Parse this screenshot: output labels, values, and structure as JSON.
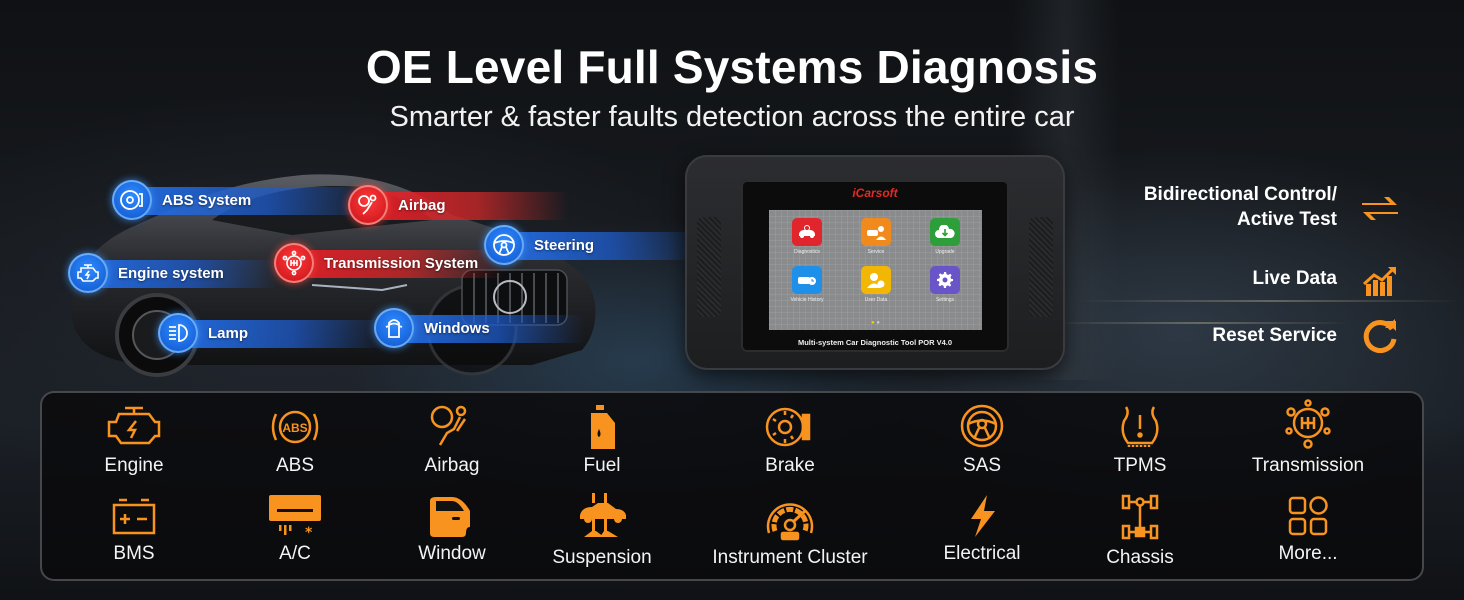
{
  "header": {
    "title": "OE Level Full Systems Diagnosis",
    "subtitle": "Smarter & faster faults detection across the entire car"
  },
  "colors": {
    "accent_orange": "#F7931E",
    "tag_blue": "#1E6FE6",
    "tag_red": "#E0202A",
    "brand_red": "#E32A22",
    "panel_border": "#5A5C60"
  },
  "car_tags": [
    {
      "label": "ABS System",
      "icon": "brake-disc-icon",
      "color": "blue"
    },
    {
      "label": "Airbag",
      "icon": "airbag-icon",
      "color": "red"
    },
    {
      "label": "Steering",
      "icon": "steering-wheel-icon",
      "color": "blue"
    },
    {
      "label": "Engine system",
      "icon": "engine-icon",
      "color": "blue"
    },
    {
      "label": "Transmission System",
      "icon": "gearbox-icon",
      "color": "red"
    },
    {
      "label": "Lamp",
      "icon": "headlamp-icon",
      "color": "blue"
    },
    {
      "label": "Windows",
      "icon": "car-top-view-icon",
      "color": "blue"
    }
  ],
  "device": {
    "brand": "iCarsoft",
    "apps": [
      {
        "label": "Diagnostics",
        "icon": "car-diagnostics-icon",
        "color": "#E0262C"
      },
      {
        "label": "Service",
        "icon": "service-icon",
        "color": "#F08A1C"
      },
      {
        "label": "Upgrade",
        "icon": "cloud-download-icon",
        "color": "#2E9E3A"
      },
      {
        "label": "Vehicle History",
        "icon": "car-history-icon",
        "color": "#1E90E8"
      },
      {
        "label": "User Data",
        "icon": "user-data-icon",
        "color": "#F2B705"
      },
      {
        "label": "Settings",
        "icon": "gear-icon",
        "color": "#6A55C8"
      }
    ],
    "page_dots": "● ●",
    "caption": "Multi-system Car Diagnostic Tool POR V4.0"
  },
  "features": [
    {
      "line1": "Bidirectional Control/",
      "line2": "Active Test",
      "icon": "bidirectional-arrows-icon"
    },
    {
      "line1": "Live Data",
      "icon": "bar-chart-trend-icon"
    },
    {
      "line1": "Reset Service",
      "icon": "reset-refresh-icon"
    }
  ],
  "systems": {
    "row1": [
      {
        "label": "Engine",
        "icon": "engine-icon"
      },
      {
        "label": "ABS",
        "icon": "abs-icon"
      },
      {
        "label": "Airbag",
        "icon": "airbag-icon"
      },
      {
        "label": "Fuel",
        "icon": "fuel-can-icon"
      },
      {
        "label": "Brake",
        "icon": "brake-icon"
      },
      {
        "label": "SAS",
        "icon": "steering-wheel-icon"
      },
      {
        "label": "TPMS",
        "icon": "tire-pressure-icon"
      },
      {
        "label": "Transmission",
        "icon": "gearbox-icon"
      }
    ],
    "row2": [
      {
        "label": "BMS",
        "icon": "battery-icon"
      },
      {
        "label": "A/C",
        "icon": "air-conditioner-icon"
      },
      {
        "label": "Window",
        "icon": "car-door-icon"
      },
      {
        "label": "Suspension",
        "icon": "car-lift-icon"
      },
      {
        "label": "Instrument Cluster",
        "icon": "speedometer-icon"
      },
      {
        "label": "Electrical",
        "icon": "lightning-icon"
      },
      {
        "label": "Chassis",
        "icon": "chassis-icon"
      },
      {
        "label": "More...",
        "icon": "more-grid-icon"
      }
    ]
  }
}
